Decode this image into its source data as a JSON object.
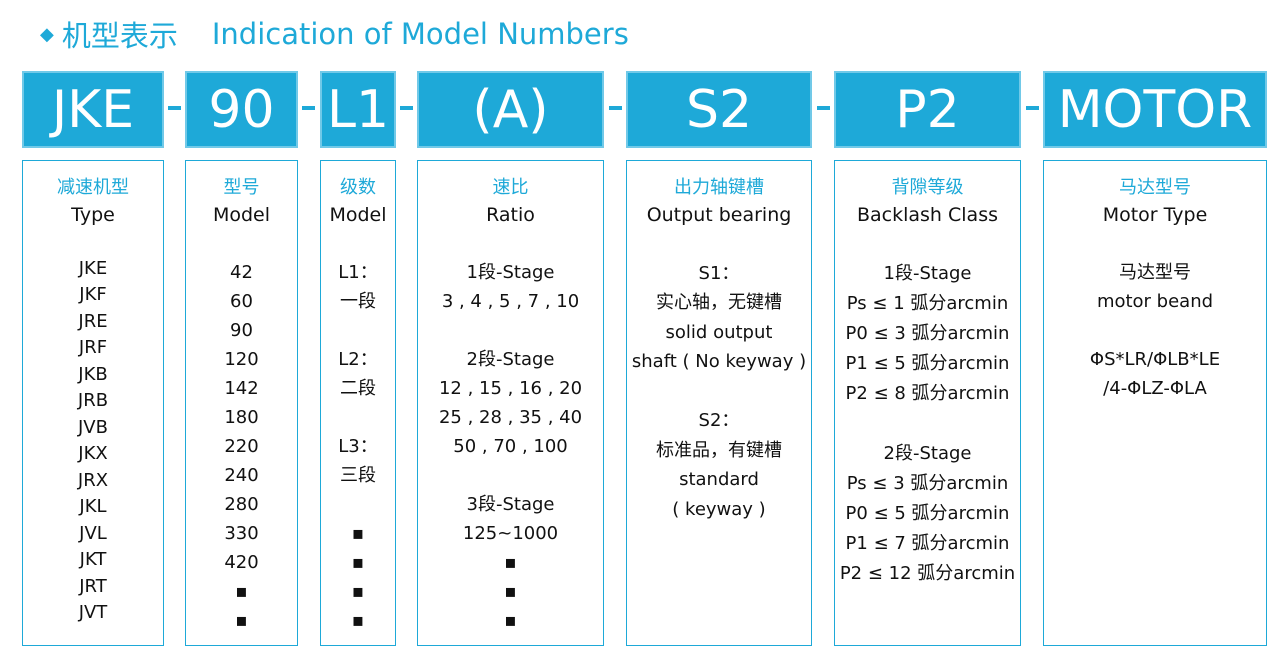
{
  "title": {
    "bullet": "◆",
    "cn": "机型表示",
    "en": "Indication of Model Numbers"
  },
  "dash": "-",
  "columns": [
    {
      "code": "JKE",
      "cn": "减速机型",
      "en": "Type",
      "items": [
        "",
        "JKE",
        "JKF",
        "JRE",
        "JRF",
        "JKB",
        "JRB",
        "JVB",
        "JKX",
        "JRX",
        "JKL",
        "JVL",
        "JKT",
        "JRT",
        "JVT"
      ]
    },
    {
      "code": "90",
      "cn": "型号",
      "en": "Model",
      "items": [
        "",
        "42",
        "60",
        "90",
        "120",
        "142",
        "180",
        "220",
        "240",
        "280",
        "330",
        "420",
        "▪",
        "▪"
      ]
    },
    {
      "code": "L1",
      "cn": "级数",
      "en": "Model",
      "items": [
        "",
        "L1：",
        "一段",
        "",
        "L2：",
        "二段",
        "",
        "L3：",
        "三段",
        "",
        "▪",
        "▪",
        "▪",
        "▪"
      ]
    },
    {
      "code": "(A)",
      "cn": "速比",
      "en": "Ratio",
      "items": [
        "",
        "1段-Stage",
        "3 , 4 , 5 , 7 , 10",
        "",
        "2段-Stage",
        "12 , 15 , 16 , 20",
        "25 , 28 , 35 , 40",
        "50 , 70 , 100",
        "",
        "3段-Stage",
        "125~1000",
        "▪",
        "▪",
        "▪"
      ]
    },
    {
      "code": "S2",
      "cn": "出力轴键槽",
      "en": "Output bearing",
      "items": [
        "",
        "S1：",
        "实心轴，无键槽",
        "solid output",
        "shaft ( No keyway )",
        "",
        "S2：",
        "标准品，有键槽",
        "standard",
        "( keyway )"
      ]
    },
    {
      "code": "P2",
      "cn": "背隙等级",
      "en": "Backlash Class",
      "items": [
        "",
        "1段-Stage",
        "Ps ≤ 1 弧分arcmin",
        "P0 ≤ 3 弧分arcmin",
        "P1 ≤ 5 弧分arcmin",
        "P2 ≤ 8 弧分arcmin",
        "",
        "2段-Stage",
        "Ps ≤ 3 弧分arcmin",
        "P0 ≤ 5 弧分arcmin",
        "P1 ≤ 7 弧分arcmin",
        "P2 ≤ 12 弧分arcmin"
      ]
    },
    {
      "code": "MOTOR",
      "cn": "马达型号",
      "en": "Motor Type",
      "items": [
        "",
        "马达型号",
        "motor beand",
        "",
        "ΦS*LR/ΦLB*LE",
        "/4-ΦLZ-ΦLA"
      ]
    }
  ]
}
